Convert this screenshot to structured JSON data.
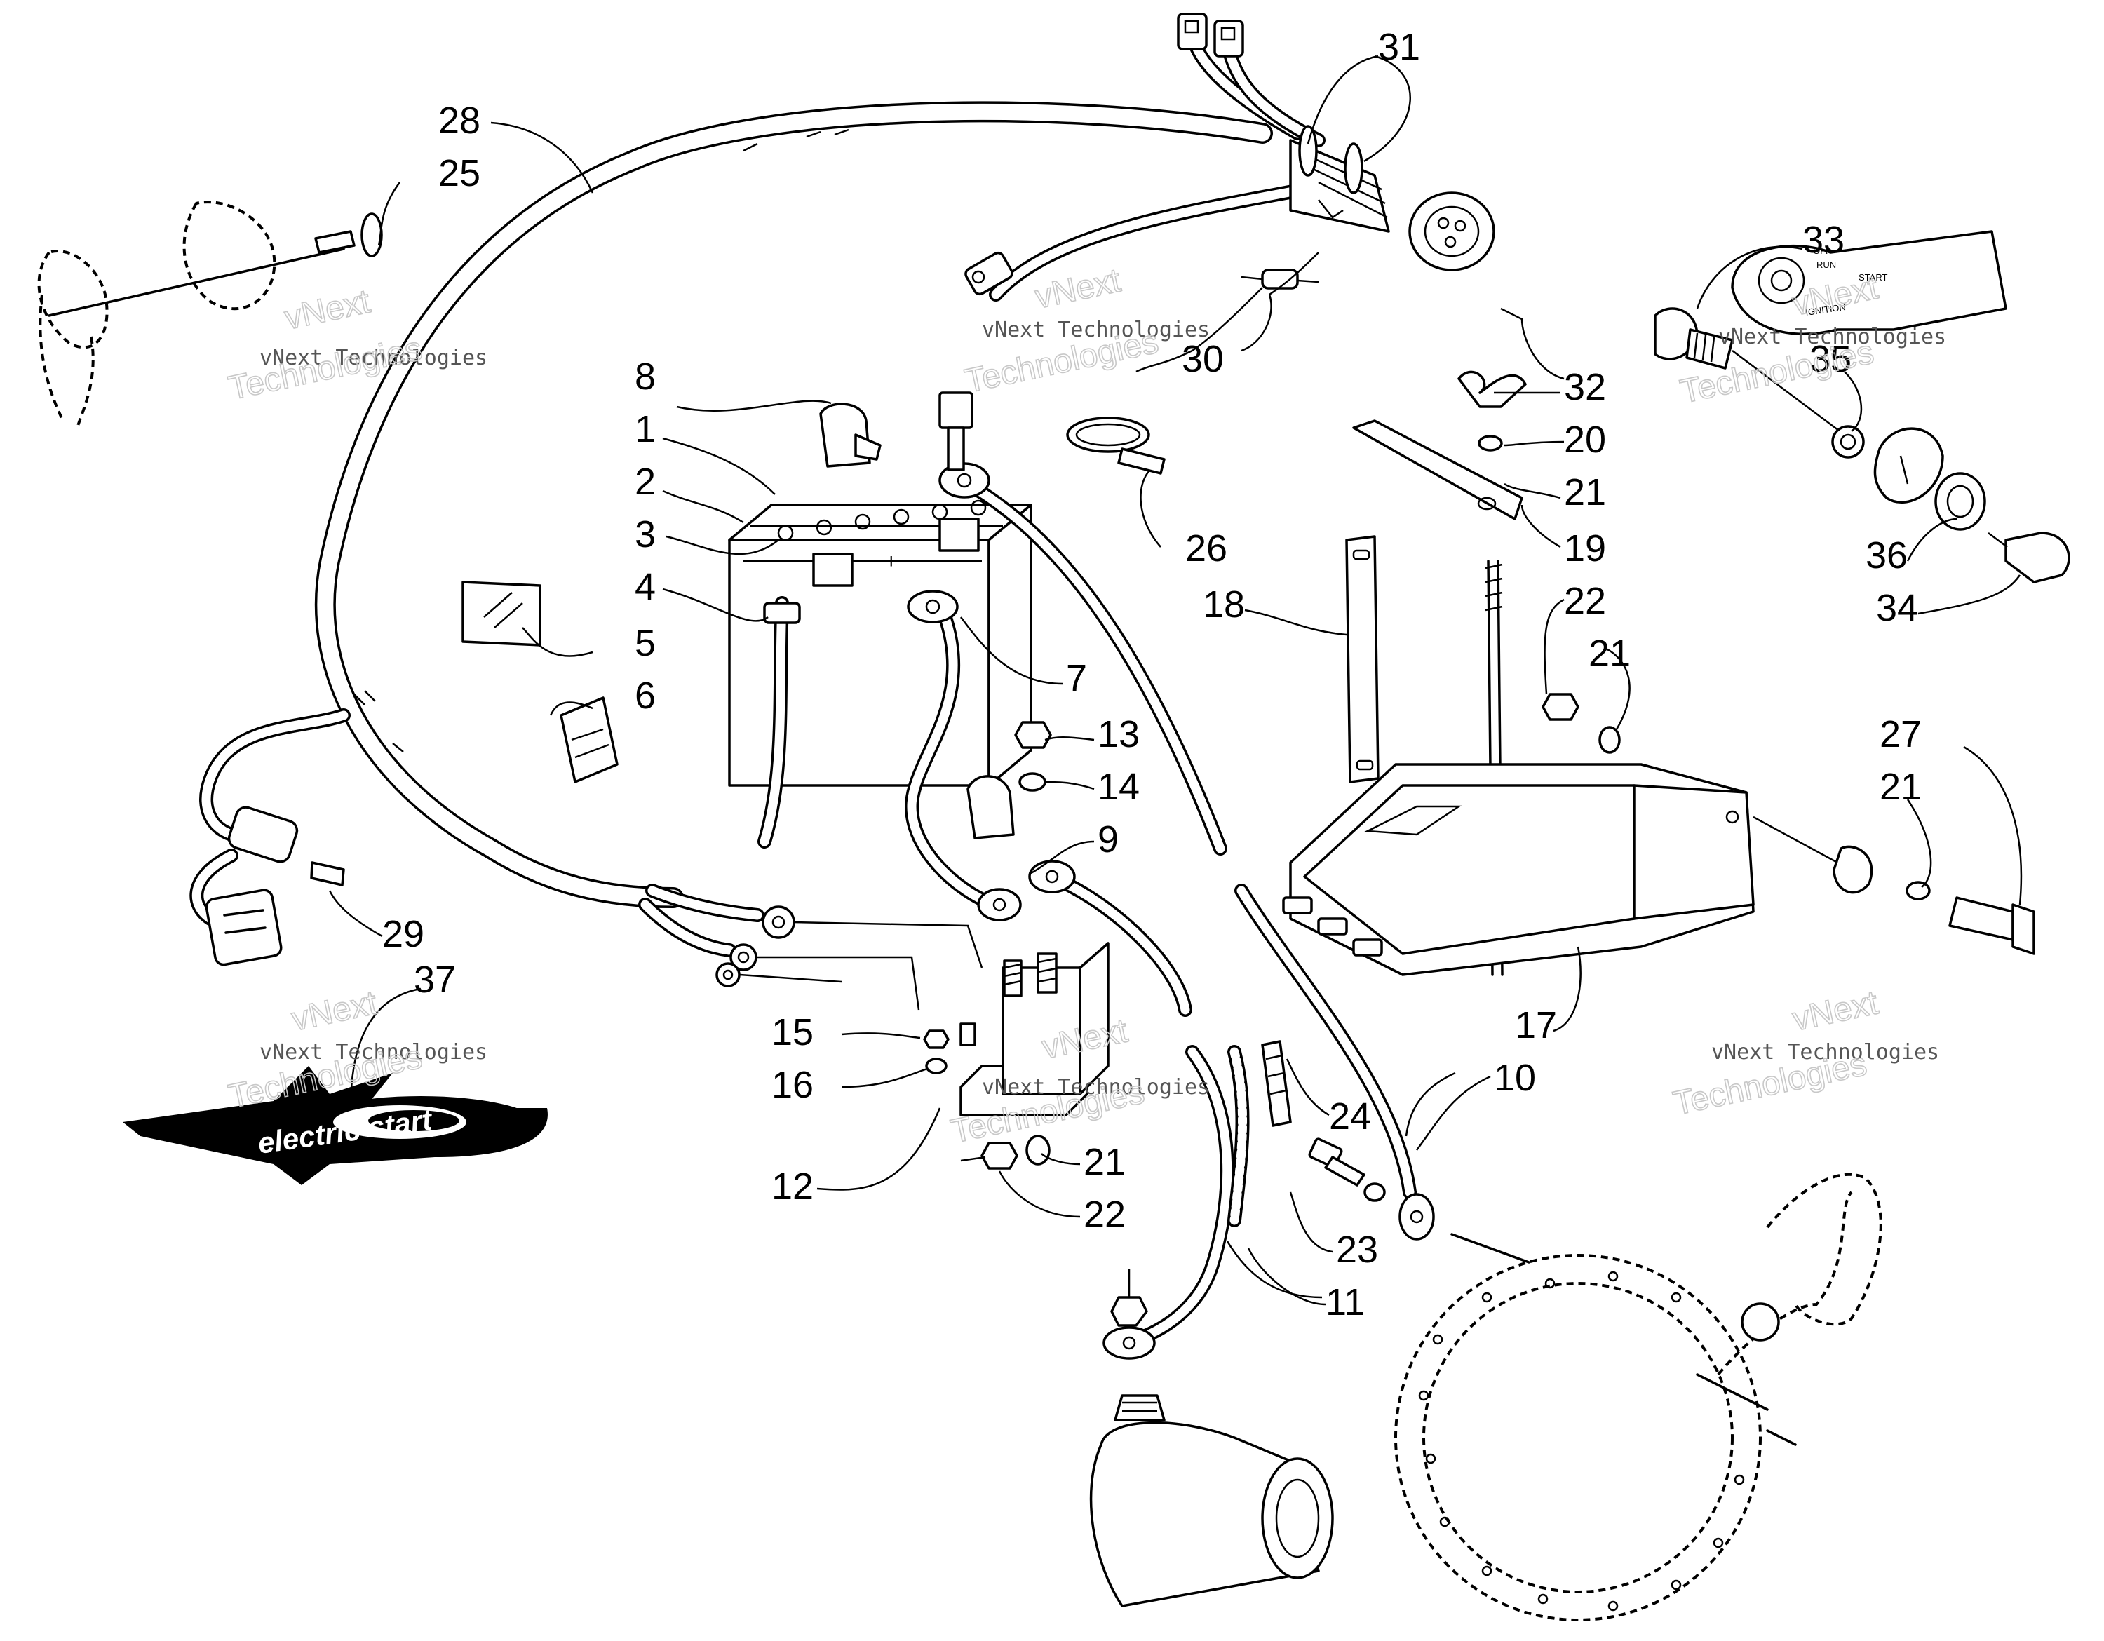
{
  "diagram": {
    "callouts": [
      "1",
      "2",
      "3",
      "4",
      "5",
      "6",
      "7",
      "8",
      "9",
      "10",
      "11",
      "12",
      "13",
      "14",
      "15",
      "16",
      "17",
      "18",
      "19",
      "20",
      "21",
      "22",
      "23",
      "24",
      "25",
      "26",
      "27",
      "28",
      "29",
      "30",
      "31",
      "32",
      "33",
      "34",
      "35",
      "36",
      "37"
    ],
    "label_21": "21",
    "label_22": "22",
    "logo_text": "electric start",
    "ignition_plate_text": {
      "off": "OFF",
      "run": "RUN",
      "start": "START",
      "ignition": "IGNITION"
    },
    "watermark": {
      "text": "vNext Technologies",
      "line1": "vNext",
      "line2": "Technologies"
    }
  }
}
